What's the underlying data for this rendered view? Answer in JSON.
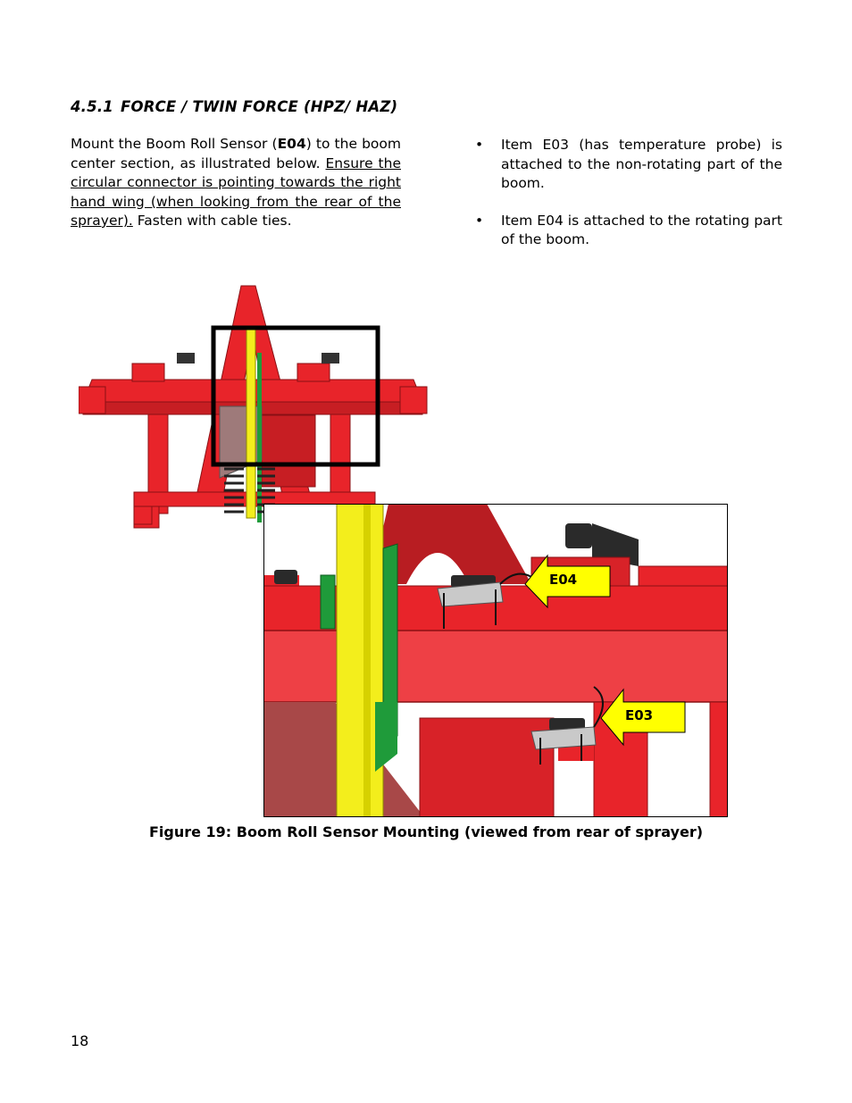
{
  "section": {
    "number": "4.5.1",
    "title": "FORCE / TWIN FORCE (HPZ/ HAZ)"
  },
  "left_paragraph": {
    "part1": "Mount the Boom Roll Sensor (",
    "bold": "E04",
    "part2": ") to the boom center section, as illustrated below. ",
    "underlined": "Ensure the circular connector is pointing towards the right hand wing (when looking from the rear of the sprayer).",
    "part3": "  Fasten with cable ties."
  },
  "bullets": [
    "Item E03 (has temperature probe) is attached to the non-rotating part of the boom.",
    "Item E04 is attached to the rotating part of the boom."
  ],
  "figure": {
    "labels": {
      "e04": "E04",
      "e03": "E03"
    },
    "colors": {
      "frame_red": "#e8242a",
      "frame_dark": "#b81d22",
      "post_yellow": "#f3ee1c",
      "bracket_green": "#1f9b3a",
      "arrow_yellow": "#ffff00"
    },
    "caption": "Figure 19: Boom Roll Sensor Mounting (viewed from rear of sprayer)"
  },
  "page_number": "18"
}
